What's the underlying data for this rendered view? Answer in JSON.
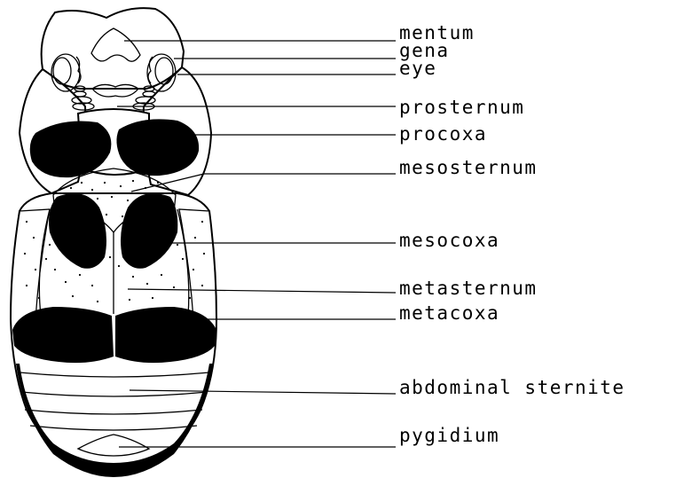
{
  "figure": {
    "labels": [
      {
        "id": "mentum",
        "text": "mentum"
      },
      {
        "id": "gena",
        "text": "gena"
      },
      {
        "id": "eye",
        "text": "eye"
      },
      {
        "id": "prosternum",
        "text": "prosternum"
      },
      {
        "id": "procoxa",
        "text": "procoxa"
      },
      {
        "id": "mesosternum",
        "text": "mesosternum"
      },
      {
        "id": "mesocoxa",
        "text": "mesocoxa"
      },
      {
        "id": "metasternum",
        "text": "metasternum"
      },
      {
        "id": "metacoxa",
        "text": "metacoxa"
      },
      {
        "id": "abdominal-sternite",
        "text": "abdominal sternite"
      },
      {
        "id": "pygidium",
        "text": "pygidium"
      }
    ]
  }
}
